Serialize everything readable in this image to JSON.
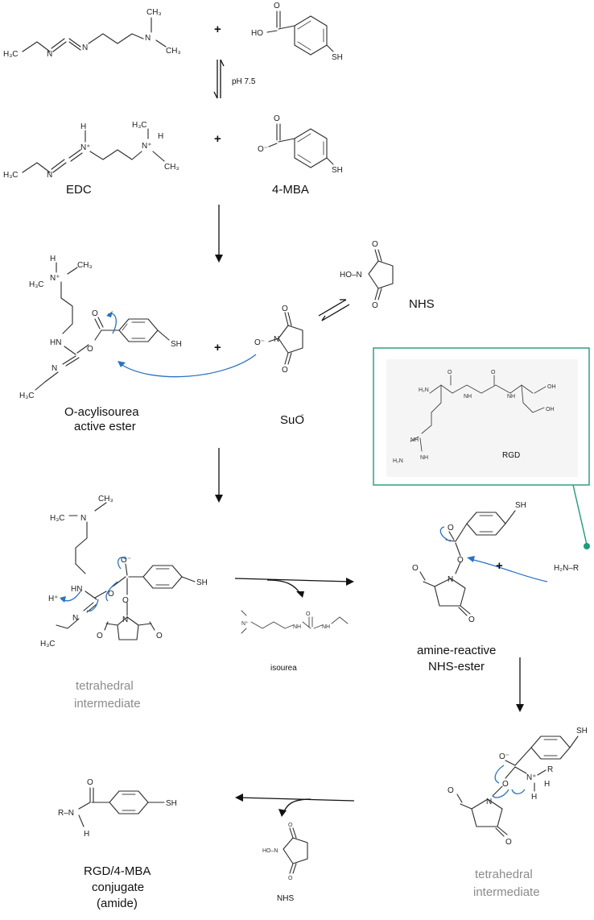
{
  "conditions": {
    "ph": "pH 7.5"
  },
  "labels": {
    "edc": "EDC",
    "mba": "4-MBA",
    "nhs_top": "NHS",
    "acylisourea_l1": "O-acylisourea",
    "acylisourea_l2": "active ester",
    "suo": "SuO",
    "suo_charge": "-",
    "rgd": "RGD",
    "tetra1_l1": "tetrahedral",
    "tetra1_l2": "intermediate",
    "isourea": "isourea",
    "nhs_ester_l1": "amine-reactive",
    "nhs_ester_l2": "NHS-ester",
    "tetra2_l1": "tetrahedral",
    "tetra2_l2": "intermediate",
    "nhs_bottom": "NHS",
    "conj_l1": "RGD/4-MBA",
    "conj_l2": "conjugate",
    "conj_l3": "(amide)"
  },
  "plus": "+",
  "atoms": {
    "h3c": "H₃C",
    "ch3": "CH₃",
    "n": "N",
    "o": "O",
    "ho": "HO",
    "sh": "SH",
    "h": "H",
    "hn": "HN",
    "nh": "NH",
    "plus_charge": "+",
    "o_minus": "O⁻",
    "n_plus": "N⁺",
    "h_plus": "H⁺",
    "ho_n": "HO–N",
    "h2n_r": "H₂N–R",
    "r_n": "R–N",
    "r": "R",
    "oh": "OH",
    "h2n": "H₂N",
    "nh_small": "NH"
  },
  "colors": {
    "curly_arrow": "#2a73c0",
    "box": "#1f9a7a",
    "gray_label": "#8c8c8c"
  }
}
